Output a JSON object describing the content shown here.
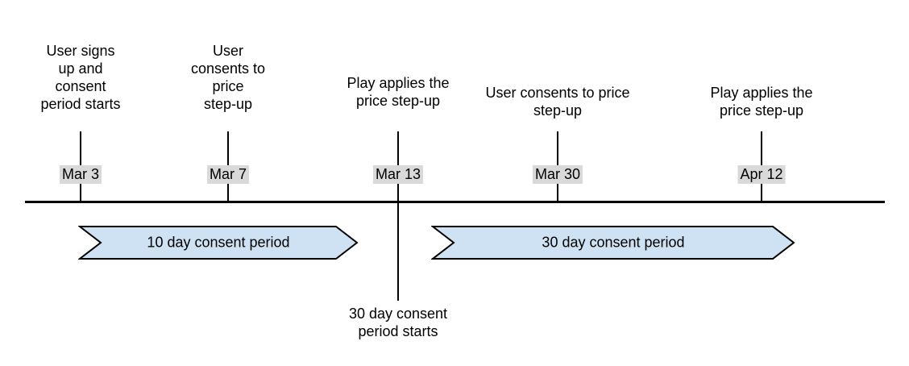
{
  "timeline": {
    "events": [
      {
        "label": "User signs\nup and\nconsent\nperiod starts",
        "date": "Mar 3"
      },
      {
        "label": "User\nconsents to\nprice\nstep-up",
        "date": "Mar 7"
      },
      {
        "label": "Play applies the\nprice step-up",
        "date": "Mar 13"
      },
      {
        "label": "User consents to price\nstep-up",
        "date": "Mar 30"
      },
      {
        "label": "Play applies the\nprice step-up",
        "date": "Apr 12"
      }
    ],
    "periods": [
      {
        "label": "10 day consent period"
      },
      {
        "label": "30 day consent period"
      }
    ],
    "annotation": "30 day consent\nperiod starts",
    "colors": {
      "period_fill": "#cfe2f3",
      "period_border": "#000000",
      "date_highlight": "#d9d9d9",
      "axis_line": "#000000"
    }
  }
}
